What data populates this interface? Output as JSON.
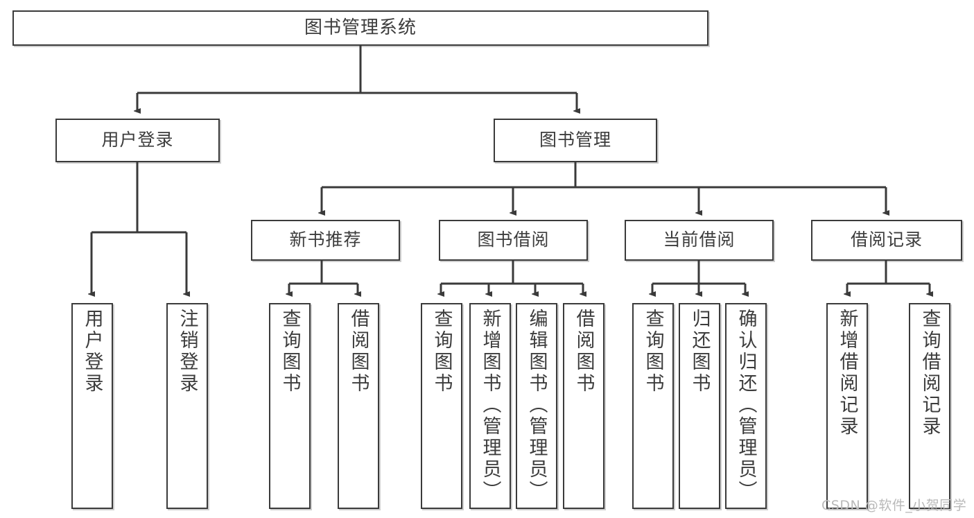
{
  "diagram": {
    "type": "tree-hierarchy",
    "title": "图书管理系统",
    "colors": {
      "box_border": "#3a3a3a",
      "box_fill": "#ffffff",
      "text": "#3c3c3c",
      "edge": "#3a3a3a",
      "watermark": "#b9b9b9"
    },
    "root": {
      "label": "图书管理系统"
    },
    "level2": [
      {
        "label": "用户登录"
      },
      {
        "label": "图书管理"
      }
    ],
    "level3": [
      {
        "label": "新书推荐"
      },
      {
        "label": "图书借阅"
      },
      {
        "label": "当前借阅"
      },
      {
        "label": "借阅记录"
      }
    ],
    "leaves": {
      "user_login": [
        {
          "label": "用户登录"
        },
        {
          "label": "注销登录"
        }
      ],
      "new_book_recommend": [
        {
          "label": "查询图书"
        },
        {
          "label": "借阅图书"
        }
      ],
      "book_borrow": [
        {
          "label": "查询图书"
        },
        {
          "label": "新增图书（管理员）"
        },
        {
          "label": "编辑图书（管理员）"
        },
        {
          "label": "借阅图书"
        }
      ],
      "current_borrow": [
        {
          "label": "查询图书"
        },
        {
          "label": "归还图书"
        },
        {
          "label": "确认归还（管理员）"
        }
      ],
      "borrow_record": [
        {
          "label": "新增借阅记录"
        },
        {
          "label": "查询借阅记录"
        }
      ]
    }
  },
  "watermark": {
    "text": "CSDN @软件_小贺同学"
  }
}
